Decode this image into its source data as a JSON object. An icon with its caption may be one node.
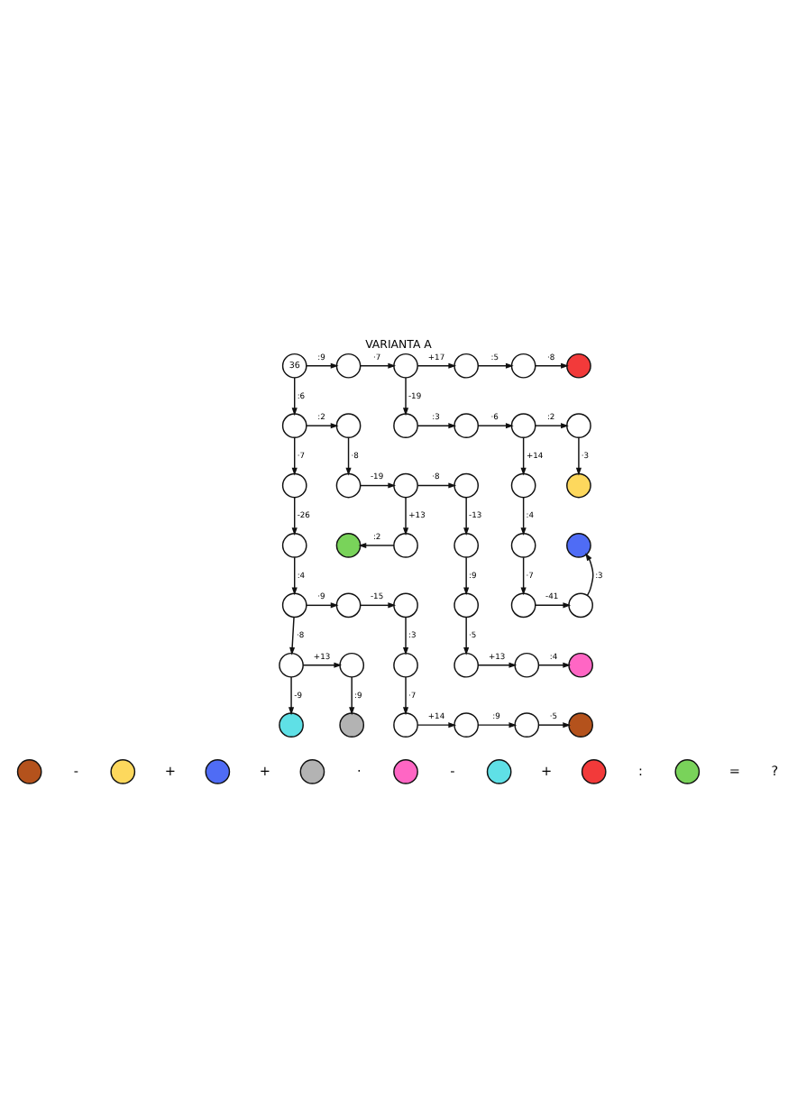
{
  "diagram": {
    "title": "VARIANTA A",
    "nodes": [
      {
        "text": [
          "36"
        ]
      },
      {
        "text": [],
        "shape": "circle"
      },
      {
        "text": [],
        "shape": "circle"
      },
      {
        "text": [],
        "shape": "circle"
      },
      {
        "text": [],
        "shape": "circle"
      },
      {
        "text": [],
        "shape": "circle"
      },
      {
        "text": [],
        "shape": "circle"
      },
      {
        "text": [],
        "shape": "circle"
      },
      {
        "text": [],
        "shape": "circle"
      },
      {
        "text": [],
        "shape": "circle"
      },
      {
        "text": [],
        "shape": "circle"
      },
      {
        "text": [],
        "shape": "circle"
      },
      {
        "text": [],
        "shape": "circle"
      },
      {
        "text": [],
        "shape": "circle"
      },
      {
        "text": [],
        "shape": "circle"
      },
      {
        "text": [],
        "shape": "circle"
      },
      {
        "text": [],
        "shape": "circle"
      },
      {
        "text": [],
        "shape": "circle"
      },
      {
        "text": [],
        "shape": "circle"
      },
      {
        "text": [],
        "shape": "circle"
      },
      {
        "text": [],
        "shape": "circle"
      },
      {
        "text": [],
        "shape": "circle"
      },
      {
        "text": [],
        "shape": "circle"
      },
      {
        "text": [],
        "shape": "circle"
      },
      {
        "text": [],
        "shape": "circle"
      },
      {
        "text": [],
        "shape": "circle"
      },
      {
        "text": [],
        "shape": "circle"
      },
      {
        "text": [],
        "shape": "circle"
      },
      {
        "text": [],
        "shape": "circle"
      },
      {
        "text": [],
        "shape": "circle"
      },
      {
        "text": [],
        "shape": "circle"
      },
      {
        "text": [],
        "shape": "circle"
      },
      {
        "text": [],
        "shape": "circle"
      },
      {
        "text": [],
        "shape": "circle"
      },
      {
        "text": [],
        "shape": "circle"
      },
      {
        "text": [],
        "shape": "circle"
      },
      {
        "text": [],
        "shape": "circle"
      },
      {
        "text": [],
        "shape": "circle"
      },
      {
        "text": [],
        "shape": "circle"
      },
      {
        "text": [],
        "shape": "circle"
      },
      {
        "text": [],
        "shape": "circle"
      },
      {
        "text": [],
        "shape": "circle"
      },
      {
        "text": [],
        "shape": "circle"
      },
      {
        "text": [],
        "shape": "circle"
      },
      {
        "text": [],
        "shape": "circle"
      },
      {
        "text": [],
        "shape": "circle"
      },
      {
        "text": [],
        "shape": "circle"
      },
      {
        "text": [],
        "shape": "circle"
      },
      {
        "text": [],
        "shape": "circle"
      },
      {
        "text": [],
        "shape": "circle"
      }
    ],
    "edges": [
      {
        "from": 0,
        "to": 1,
        "label": ":9",
        "arrow": "to"
      },
      {
        "from": 1,
        "to": 2,
        "label": "·7",
        "arrow": "to"
      },
      {
        "from": 2,
        "to": 3,
        "label": "+17",
        "arrow": "to"
      },
      {
        "from": 3,
        "to": 4,
        "label": ":5",
        "arrow": "to"
      },
      {
        "from": 4,
        "to": 5,
        "label": "·8",
        "arrow": "to"
      },
      {
        "from": 0,
        "to": 6,
        "label": ":6",
        "arrow": "to"
      },
      {
        "from": 2,
        "to": 8,
        "label": "-19",
        "arrow": "to"
      },
      {
        "from": 6,
        "to": 7,
        "label": ":2",
        "arrow": "to"
      },
      {
        "from": 8,
        "to": 9,
        "label": ":3",
        "arrow": "to"
      },
      {
        "from": 9,
        "to": 10,
        "label": "·6",
        "arrow": "to"
      },
      {
        "from": 10,
        "to": 11,
        "label": ":2",
        "arrow": "to"
      },
      {
        "from": 6,
        "to": 12,
        "label": "·7",
        "arrow": "to"
      },
      {
        "from": 7,
        "to": 13,
        "label": "·8",
        "arrow": "to"
      },
      {
        "from": 10,
        "to": 16,
        "label": "+14",
        "arrow": "to"
      },
      {
        "from": 11,
        "to": 17,
        "label": "·3",
        "arrow": "to"
      },
      {
        "from": 13,
        "to": 14,
        "label": "-19",
        "arrow": "to"
      },
      {
        "from": 14,
        "to": 15,
        "label": "·8",
        "arrow": "to"
      },
      {
        "from": 12,
        "to": 18,
        "label": "-26",
        "arrow": "to"
      },
      {
        "from": 14,
        "to": 20,
        "label": "+13",
        "arrow": "to"
      },
      {
        "from": 15,
        "to": 21,
        "label": "-13",
        "arrow": "to"
      },
      {
        "from": 16,
        "to": 22,
        "label": ":4",
        "arrow": "to"
      },
      {
        "from": 20,
        "to": 19,
        "label": ":2",
        "arrow": "to"
      },
      {
        "from": 18,
        "to": 24,
        "label": ":4",
        "arrow": "to"
      },
      {
        "from": 21,
        "to": 27,
        "label": ":9",
        "arrow": "to"
      },
      {
        "from": 22,
        "to": 28,
        "label": "·7",
        "arrow": "to"
      },
      {
        "from": 29,
        "to": 23,
        "label": ":3",
        "arrow": "to"
      },
      {
        "from": 24,
        "to": 25,
        "label": "·9",
        "arrow": "to"
      },
      {
        "from": 25,
        "to": 26,
        "label": "-15",
        "arrow": "to"
      },
      {
        "from": 28,
        "to": 29,
        "label": "-41",
        "arrow": "to"
      },
      {
        "from": 24,
        "to": 30,
        "label": "·8",
        "arrow": "to"
      },
      {
        "from": 26,
        "to": 32,
        "label": ":3",
        "arrow": "to"
      },
      {
        "from": 27,
        "to": 33,
        "label": "·5",
        "arrow": "to"
      },
      {
        "from": 30,
        "to": 31,
        "label": "+13",
        "arrow": "to"
      },
      {
        "from": 33,
        "to": 34,
        "label": "+13",
        "arrow": "to"
      },
      {
        "from": 34,
        "to": 35,
        "label": ":4",
        "arrow": "to"
      },
      {
        "from": 30,
        "to": 36,
        "label": "-9",
        "arrow": "to"
      },
      {
        "from": 31,
        "to": 37,
        "label": ":9",
        "arrow": "to"
      },
      {
        "from": 32,
        "to": 38,
        "label": "·7",
        "arrow": "to"
      },
      {
        "from": 38,
        "to": 39,
        "label": "+14",
        "arrow": "to"
      },
      {
        "from": 39,
        "to": 40,
        "label": ":9",
        "arrow": "to"
      },
      {
        "from": 40,
        "to": 41,
        "label": "·5",
        "arrow": "to"
      }
    ],
    "labels": [
      "-",
      "+",
      "+",
      "·",
      "-",
      "+",
      ":",
      "=",
      "?"
    ]
  }
}
